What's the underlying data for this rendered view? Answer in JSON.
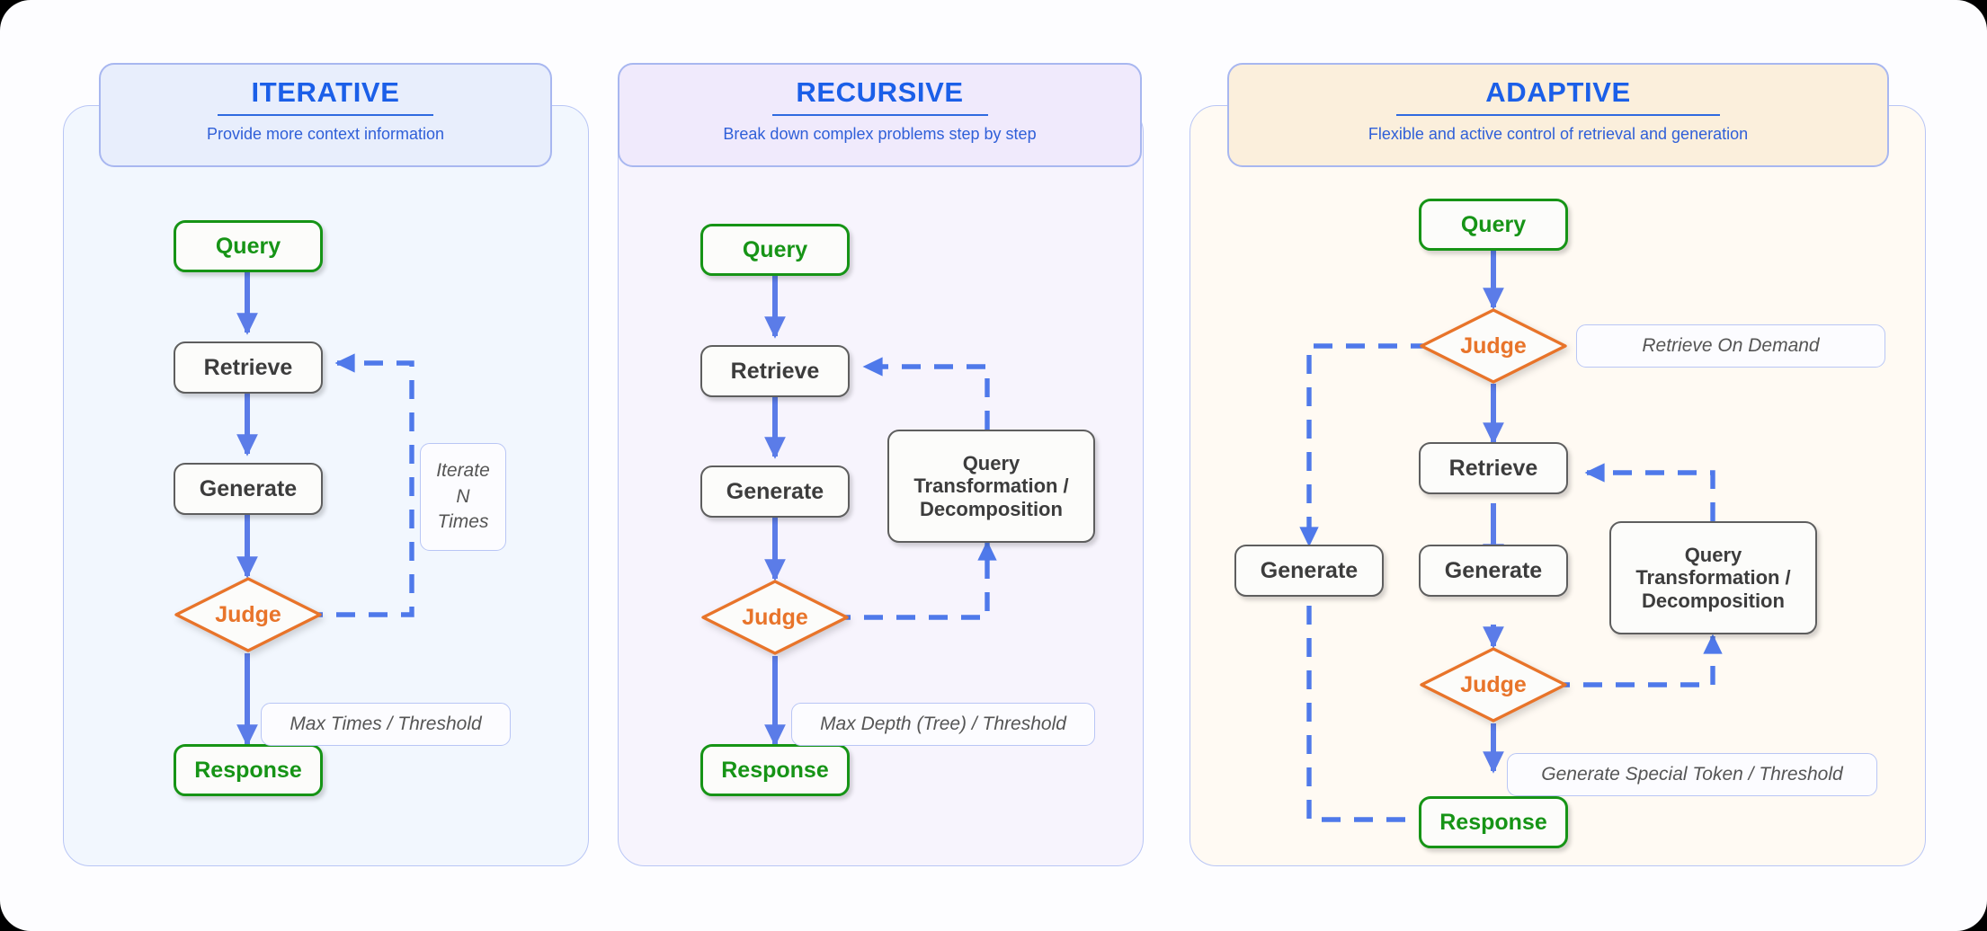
{
  "columns": [
    {
      "key": "iterative",
      "title": "ITERATIVE",
      "subtitle": "Provide more context information",
      "accent": "#1b5fe8",
      "panel_bg": "#f2f7fe",
      "title_bg": "#e8eefc",
      "nodes": [
        {
          "name": "query",
          "label": "Query",
          "shape": "terminator"
        },
        {
          "name": "retrieve",
          "label": "Retrieve",
          "shape": "process"
        },
        {
          "name": "generate",
          "label": "Generate",
          "shape": "process"
        },
        {
          "name": "judge",
          "label": "Judge",
          "shape": "decision"
        },
        {
          "name": "response",
          "label": "Response",
          "shape": "terminator"
        }
      ],
      "annotations": [
        {
          "name": "iterate-n-times",
          "label": "Iterate\nN\nTimes"
        },
        {
          "name": "max-times-threshold",
          "label": "Max Times / Threshold"
        }
      ],
      "edges": [
        {
          "from": "query",
          "to": "retrieve",
          "style": "solid"
        },
        {
          "from": "retrieve",
          "to": "generate",
          "style": "solid"
        },
        {
          "from": "generate",
          "to": "judge",
          "style": "solid"
        },
        {
          "from": "judge",
          "to": "response",
          "style": "solid"
        },
        {
          "from": "judge",
          "to": "retrieve",
          "style": "dashed"
        }
      ]
    },
    {
      "key": "recursive",
      "title": "RECURSIVE",
      "subtitle": "Break down complex problems step by step",
      "accent": "#1b5fe8",
      "panel_bg": "#f7f4fd",
      "title_bg": "#f0eafc",
      "nodes": [
        {
          "name": "query",
          "label": "Query",
          "shape": "terminator"
        },
        {
          "name": "retrieve",
          "label": "Retrieve",
          "shape": "process"
        },
        {
          "name": "generate",
          "label": "Generate",
          "shape": "process"
        },
        {
          "name": "judge",
          "label": "Judge",
          "shape": "decision"
        },
        {
          "name": "response",
          "label": "Response",
          "shape": "terminator"
        },
        {
          "name": "query-transformation",
          "label": "Query\nTransformation /\nDecomposition",
          "shape": "process"
        }
      ],
      "annotations": [
        {
          "name": "max-depth-threshold",
          "label": "Max Depth (Tree) / Threshold"
        }
      ],
      "edges": [
        {
          "from": "query",
          "to": "retrieve",
          "style": "solid"
        },
        {
          "from": "retrieve",
          "to": "generate",
          "style": "solid"
        },
        {
          "from": "generate",
          "to": "judge",
          "style": "solid"
        },
        {
          "from": "judge",
          "to": "response",
          "style": "solid"
        },
        {
          "from": "judge",
          "to": "query-transformation",
          "style": "dashed"
        },
        {
          "from": "query-transformation",
          "to": "retrieve",
          "style": "dashed"
        }
      ]
    },
    {
      "key": "adaptive",
      "title": "ADAPTIVE",
      "subtitle": "Flexible and  active control of retrieval and generation",
      "accent": "#1b5fe8",
      "panel_bg": "#fffaf3",
      "title_bg": "#fbefdc",
      "nodes": [
        {
          "name": "query",
          "label": "Query",
          "shape": "terminator"
        },
        {
          "name": "judge-top",
          "label": "Judge",
          "shape": "decision"
        },
        {
          "name": "retrieve",
          "label": "Retrieve",
          "shape": "process"
        },
        {
          "name": "generate-left",
          "label": "Generate",
          "shape": "process"
        },
        {
          "name": "generate-mid",
          "label": "Generate",
          "shape": "process"
        },
        {
          "name": "judge-bottom",
          "label": "Judge",
          "shape": "decision"
        },
        {
          "name": "response",
          "label": "Response",
          "shape": "terminator"
        },
        {
          "name": "query-transformation",
          "label": "Query\nTransformation /\nDecomposition",
          "shape": "process"
        }
      ],
      "annotations": [
        {
          "name": "retrieve-on-demand",
          "label": "Retrieve On  Demand"
        },
        {
          "name": "generate-special-token-threshold",
          "label": "Generate Special Token / Threshold"
        }
      ],
      "edges": [
        {
          "from": "query",
          "to": "judge-top",
          "style": "solid"
        },
        {
          "from": "judge-top",
          "to": "retrieve",
          "style": "solid"
        },
        {
          "from": "retrieve",
          "to": "generate-mid",
          "style": "solid"
        },
        {
          "from": "generate-mid",
          "to": "judge-bottom",
          "style": "solid"
        },
        {
          "from": "judge-bottom",
          "to": "response",
          "style": "solid"
        },
        {
          "from": "judge-top",
          "to": "generate-left",
          "style": "dashed"
        },
        {
          "from": "generate-left",
          "to": "response",
          "style": "dashed"
        },
        {
          "from": "judge-bottom",
          "to": "query-transformation",
          "style": "dashed"
        },
        {
          "from": "query-transformation",
          "to": "retrieve",
          "style": "dashed"
        }
      ]
    }
  ],
  "palette": {
    "terminator_border": "#169416",
    "terminator_text": "#169416",
    "process_border": "#5e5e5e",
    "process_text": "#3c3c3c",
    "decision_border": "#e8742a",
    "decision_text": "#e8742a",
    "edge_solid": "#5b7ce8",
    "edge_dashed": "#4f79ea",
    "annotation_border": "#b9c6f5",
    "annotation_text": "#555555",
    "title_text": "#1b5fe8",
    "page_bg": "#fdfdff"
  }
}
